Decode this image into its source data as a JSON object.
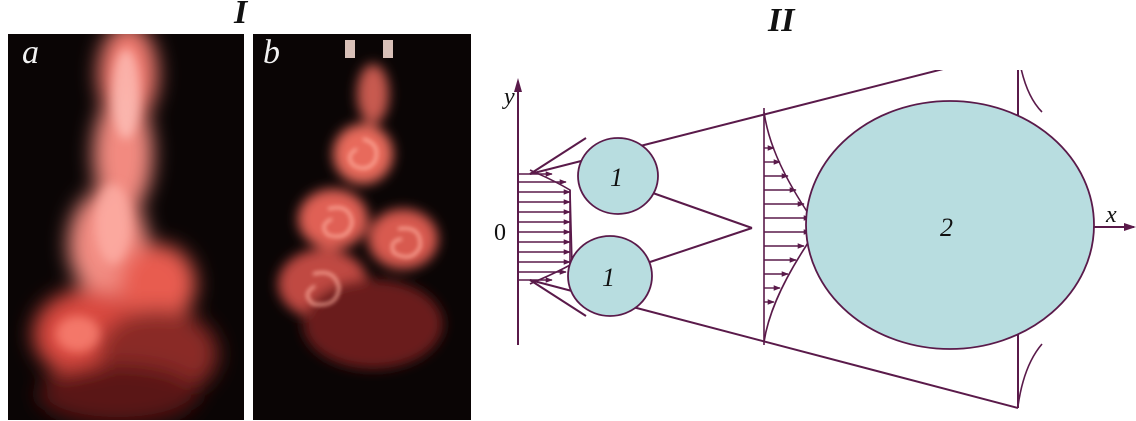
{
  "panel_I": {
    "title": "I",
    "photo_a_label": "a",
    "photo_b_label": "b"
  },
  "panel_II": {
    "title": "II",
    "axis_y_label": "y",
    "axis_x_label": "x",
    "origin_label": "0",
    "vortex_small_upper_label": "1",
    "vortex_small_lower_label": "1",
    "vortex_large_label": "2"
  },
  "colors": {
    "outline": "#5a1a4a",
    "vortex_fill": "#b8dde0",
    "photo_background": "#0a0505",
    "smoke": "#ff6a5a"
  }
}
